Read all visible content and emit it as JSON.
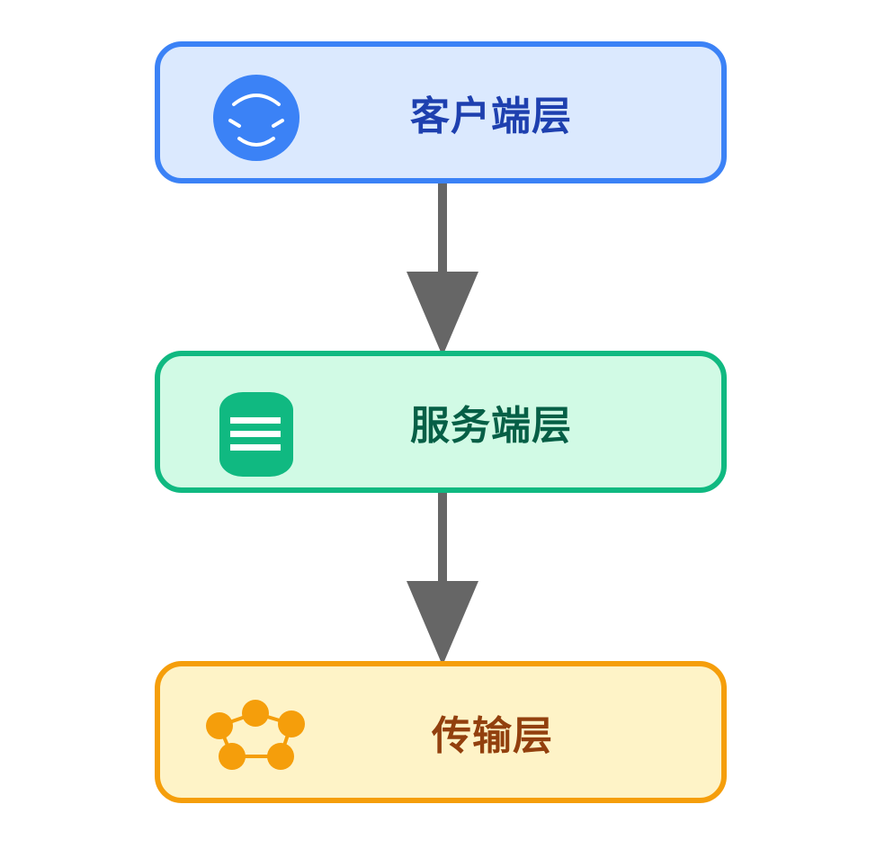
{
  "layers": {
    "client": {
      "label": "客户端层",
      "icon": "face-icon",
      "color": "#3b82f6"
    },
    "server": {
      "label": "服务端层",
      "icon": "database-icon",
      "color": "#10b981"
    },
    "transport": {
      "label": "传输层",
      "icon": "network-icon",
      "color": "#f59e0b"
    }
  },
  "arrow_color": "#666666"
}
